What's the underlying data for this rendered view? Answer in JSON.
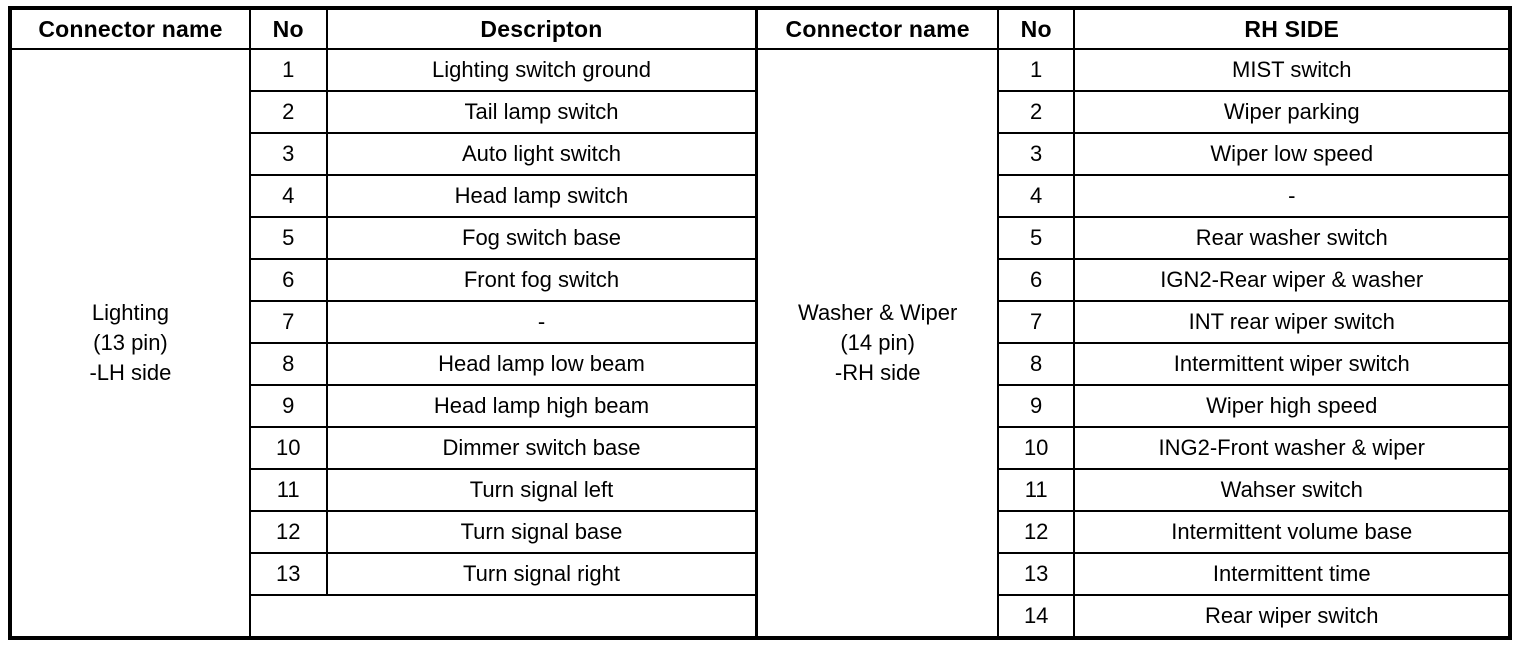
{
  "colors": {
    "border": "#000000",
    "text": "#000000",
    "background": "#ffffff"
  },
  "table": {
    "headers": {
      "left_connector": "Connector name",
      "left_no": "No",
      "left_desc": "Descripton",
      "right_connector": "Connector name",
      "right_no": "No",
      "right_desc": "RH SIDE"
    },
    "left": {
      "connector_name": "Lighting\n(13 pin)\n-LH side",
      "rows": [
        {
          "no": "1",
          "desc": "Lighting switch ground"
        },
        {
          "no": "2",
          "desc": "Tail lamp switch"
        },
        {
          "no": "3",
          "desc": "Auto light switch"
        },
        {
          "no": "4",
          "desc": "Head lamp switch"
        },
        {
          "no": "5",
          "desc": "Fog switch base"
        },
        {
          "no": "6",
          "desc": "Front fog switch"
        },
        {
          "no": "7",
          "desc": "-"
        },
        {
          "no": "8",
          "desc": "Head lamp low beam"
        },
        {
          "no": "9",
          "desc": "Head lamp high beam"
        },
        {
          "no": "10",
          "desc": "Dimmer switch base"
        },
        {
          "no": "11",
          "desc": "Turn signal left"
        },
        {
          "no": "12",
          "desc": "Turn signal base"
        },
        {
          "no": "13",
          "desc": "Turn signal right"
        }
      ],
      "empty_row": ""
    },
    "right": {
      "connector_name": "Washer & Wiper\n(14 pin)\n-RH side",
      "rows": [
        {
          "no": "1",
          "desc": "MIST switch"
        },
        {
          "no": "2",
          "desc": "Wiper parking"
        },
        {
          "no": "3",
          "desc": "Wiper low speed"
        },
        {
          "no": "4",
          "desc": "-"
        },
        {
          "no": "5",
          "desc": "Rear washer switch"
        },
        {
          "no": "6",
          "desc": "IGN2-Rear wiper & washer"
        },
        {
          "no": "7",
          "desc": "INT rear wiper switch"
        },
        {
          "no": "8",
          "desc": "Intermittent wiper switch"
        },
        {
          "no": "9",
          "desc": "Wiper high speed"
        },
        {
          "no": "10",
          "desc": "ING2-Front washer & wiper"
        },
        {
          "no": "11",
          "desc": "Wahser switch"
        },
        {
          "no": "12",
          "desc": "Intermittent volume base"
        },
        {
          "no": "13",
          "desc": "Intermittent time"
        },
        {
          "no": "14",
          "desc": "Rear wiper switch"
        }
      ]
    }
  }
}
